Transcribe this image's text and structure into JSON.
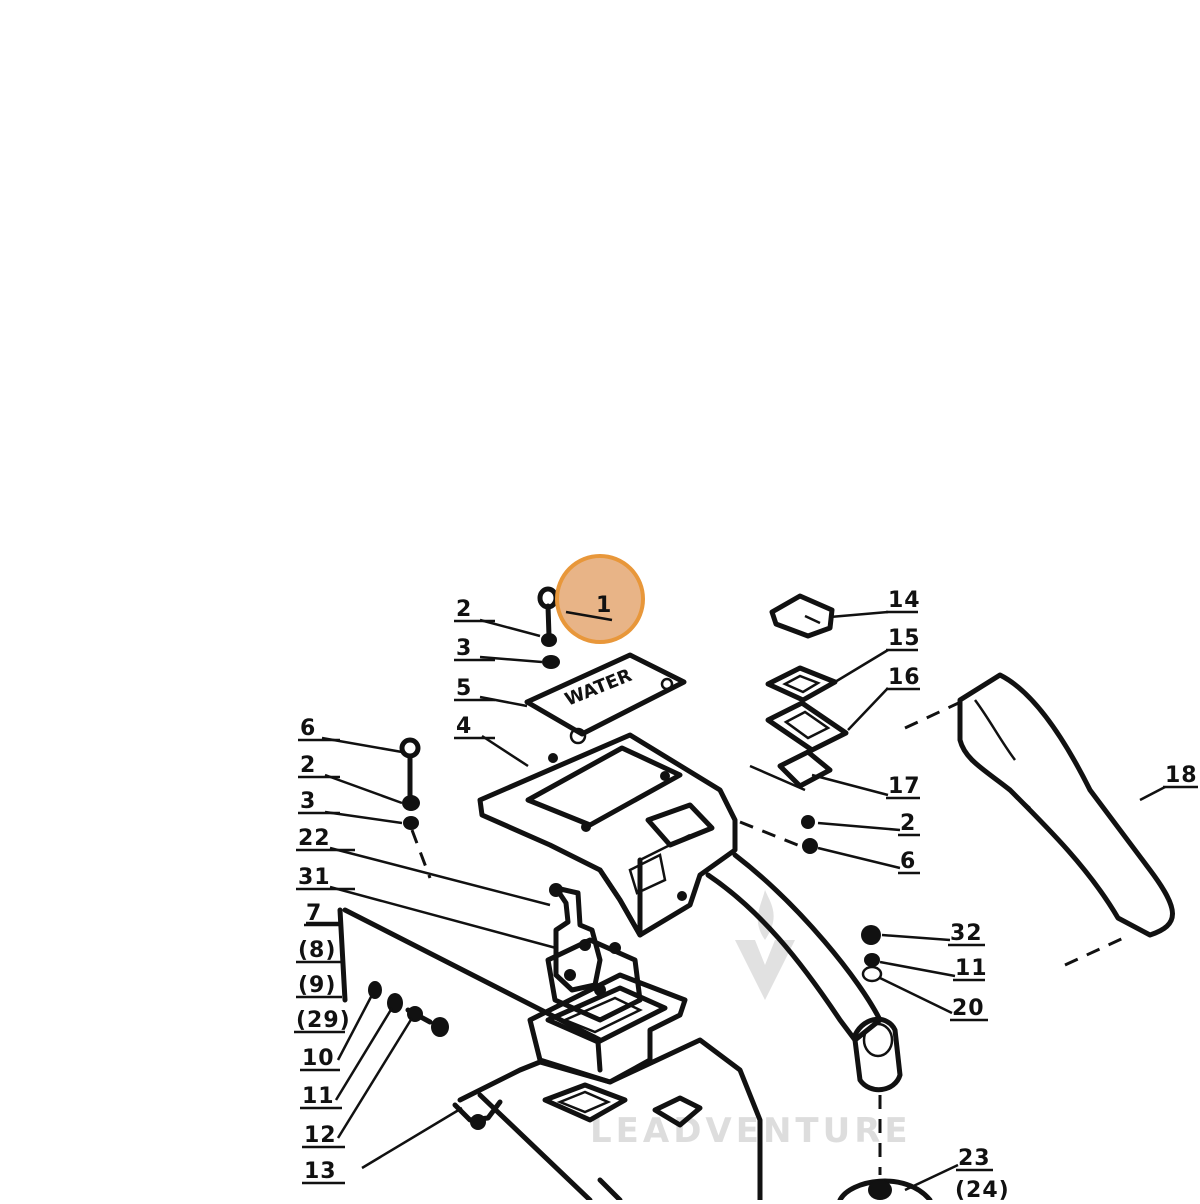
{
  "diagram": {
    "highlight_color": "#e8973a",
    "highlight_fill": "#e8b487",
    "highlighted_callout": "1",
    "callouts": [
      "1",
      "2",
      "3",
      "5",
      "4",
      "6",
      "2",
      "3",
      "22",
      "31",
      "7",
      "(8)",
      "(9)",
      "(29)",
      "10",
      "11",
      "12",
      "13",
      "14",
      "15",
      "16",
      "17",
      "2",
      "6",
      "18",
      "32",
      "11",
      "20",
      "23",
      "(24)"
    ],
    "plate_text": "WATER",
    "watermark_text": "LEADVENTURE"
  }
}
